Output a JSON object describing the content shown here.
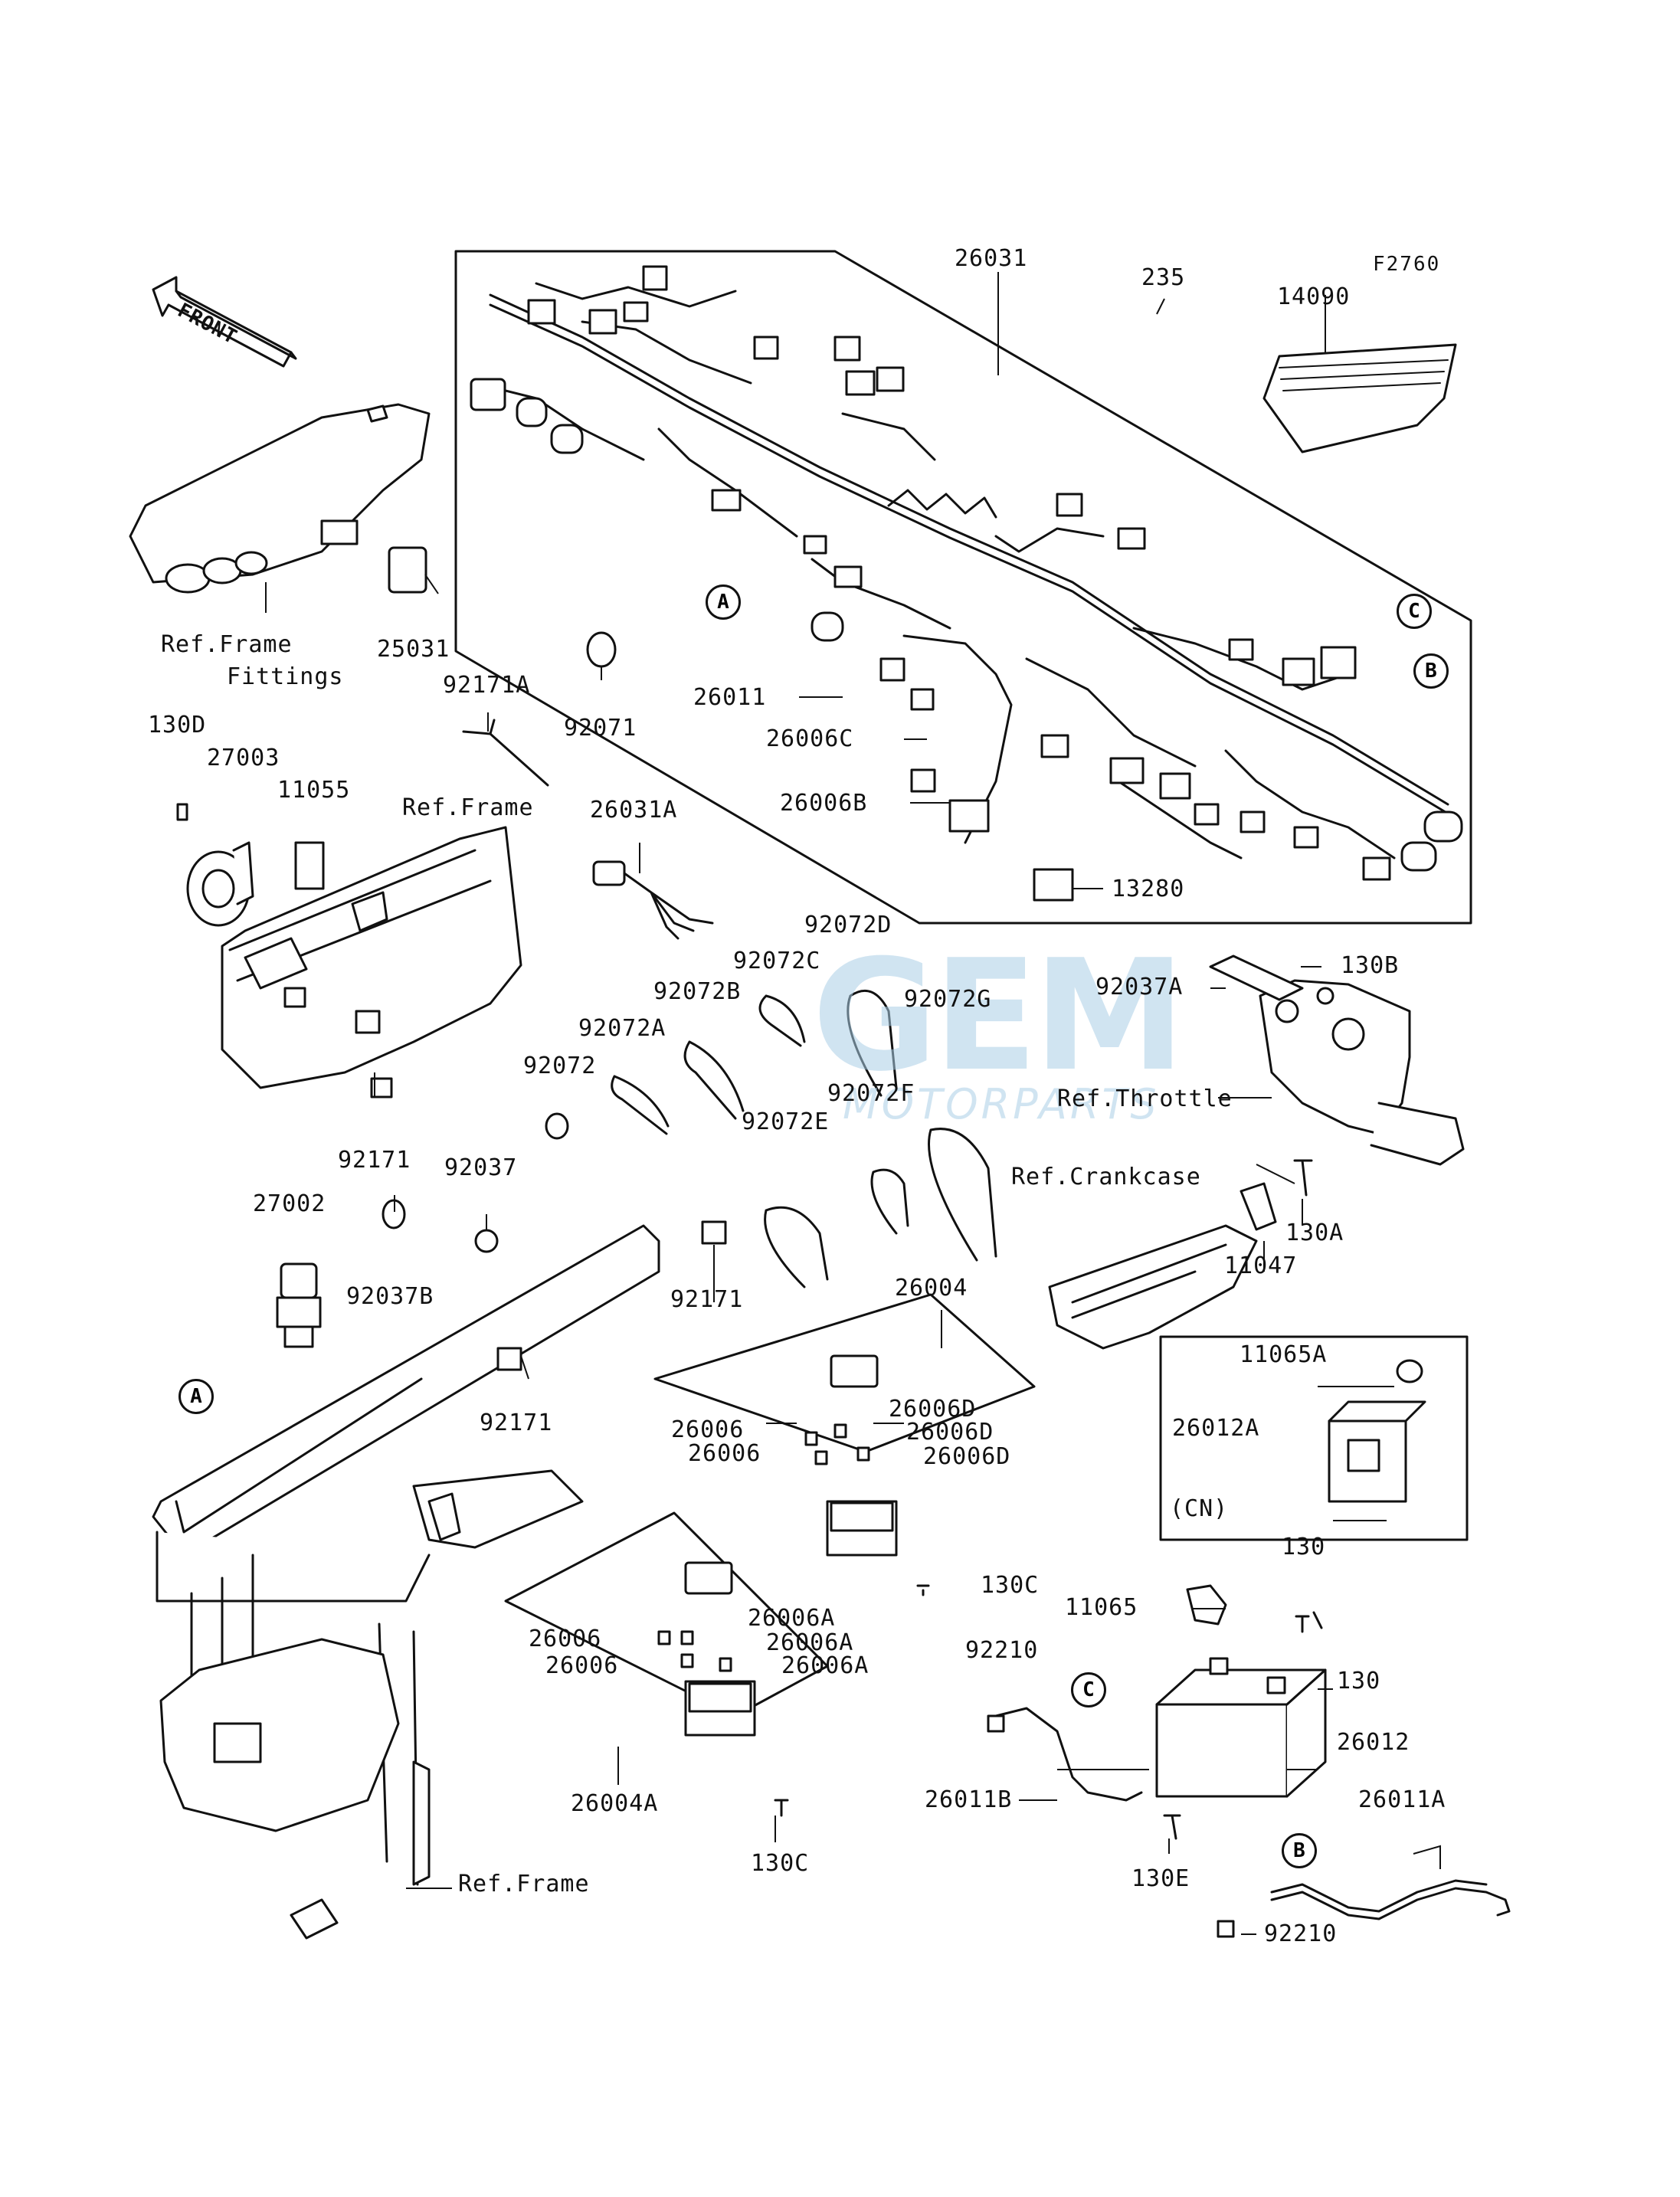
{
  "diagram_code": "F2760",
  "front_arrow": "FRONT",
  "watermark": {
    "main": "GEM",
    "sub": "MOTORPARTS",
    "color": "#aacde6"
  },
  "parts": {
    "p26031": "26031",
    "p235": "235",
    "p14090": "14090",
    "p25031": "25031",
    "p92171A": "92171A",
    "p92071": "92071",
    "p130D": "130D",
    "p27003": "27003",
    "p11055": "11055",
    "p26011": "26011",
    "p26006C": "26006C",
    "p26006B": "26006B",
    "p13280": "13280",
    "p26031A": "26031A",
    "p92072": "92072",
    "p92072A": "92072A",
    "p92072B": "92072B",
    "p92072C": "92072C",
    "p92072D": "92072D",
    "p92072E": "92072E",
    "p92072F": "92072F",
    "p92072G": "92072G",
    "p92037A": "92037A",
    "p130B": "130B",
    "p130A": "130A",
    "p11047": "11047",
    "p92171_a": "92171",
    "p92037": "92037",
    "p27002": "27002",
    "p92037B": "92037B",
    "p92171_b": "92171",
    "p92171_c": "92171",
    "p26004": "26004",
    "p26006_a": "26006",
    "p26006_b": "26006",
    "p26006D_a": "26006D",
    "p26006D_b": "26006D",
    "p26006D_c": "26006D",
    "p130C_a": "130C",
    "p26006_c": "26006",
    "p26006_d": "26006",
    "p26006A_a": "26006A",
    "p26006A_b": "26006A",
    "p26006A_c": "26006A",
    "p26004A": "26004A",
    "p130C_b": "130C",
    "p11065A": "11065A",
    "p26012A": "26012A",
    "cn": "(CN)",
    "p130_a": "130",
    "p130_b": "130",
    "p11065": "11065",
    "p92210_a": "92210",
    "p26012": "26012",
    "p26011B": "26011B",
    "p130E": "130E",
    "p26011A": "26011A",
    "p92210_b": "92210"
  },
  "refs": {
    "frame_fittings_1": "Ref.Frame",
    "frame_fittings_2": "Fittings",
    "frame_1": "Ref.Frame",
    "throttle": "Ref.Throttle",
    "crankcase": "Ref.Crankcase",
    "frame_2": "Ref.Frame"
  },
  "callouts": {
    "a1": "A",
    "a2": "A",
    "b1": "B",
    "b2": "B",
    "c1": "C",
    "c2": "C"
  }
}
